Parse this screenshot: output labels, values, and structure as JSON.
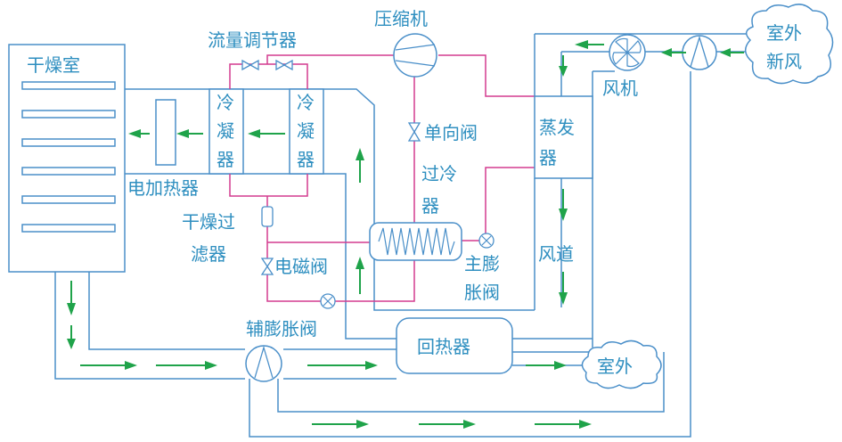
{
  "labels": {
    "drying_room": "干燥室",
    "flow_regulator": "流量调节器",
    "compressor": "压缩机",
    "outdoor_fresh_line1": "室外",
    "outdoor_fresh_line2": "新风",
    "fan": "风机",
    "condenser": "冷凝器",
    "check_valve": "单向阀",
    "evaporator": "蒸发器",
    "electric_heater": "电加热器",
    "subcooler": "过冷器",
    "dryer_filter": "干燥过滤器",
    "air_duct": "风道",
    "solenoid_valve": "电磁阀",
    "main_expansion_valve": "主膨胀阀",
    "aux_expansion_valve": "辅膨胀阀",
    "heat_recovery": "回热器",
    "outdoor": "室外"
  },
  "colors": {
    "duct": "#4a8fc9",
    "refrigerant_pipe": "#d43c8f",
    "airflow_arrow": "#1fa34a",
    "text": "#2f8fc0"
  }
}
